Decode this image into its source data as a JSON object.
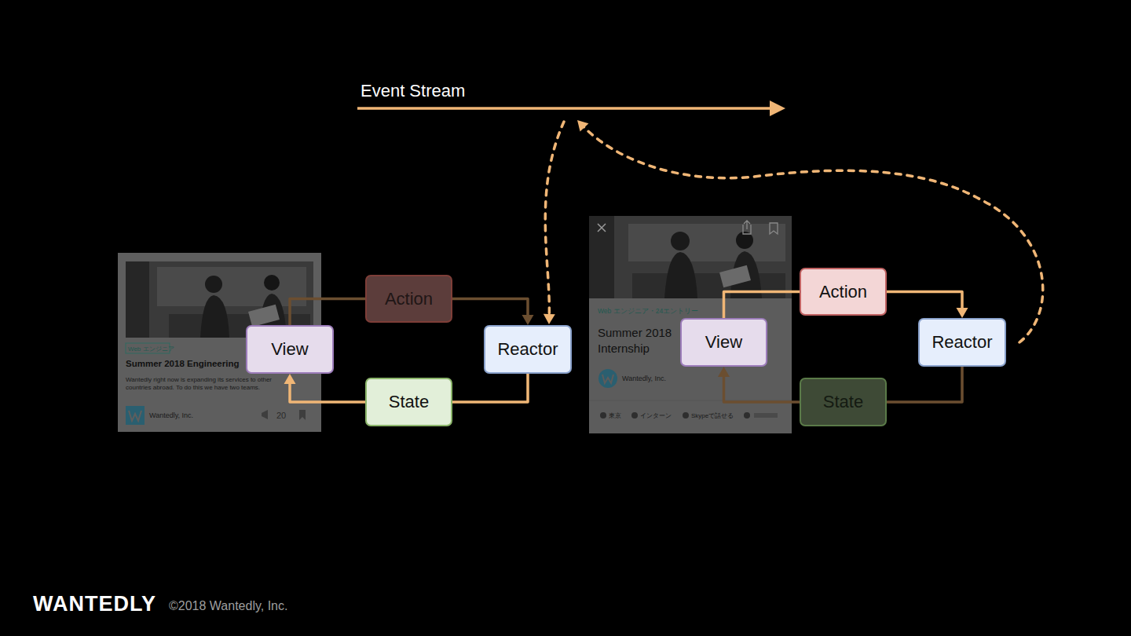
{
  "diagram": {
    "nodes": [
      {
        "text": [
          "Event Stream"
        ]
      },
      {
        "text": [
          "View"
        ]
      },
      {
        "text": [
          "Action"
        ]
      },
      {
        "text": [
          "Reactor"
        ]
      },
      {
        "text": [
          "State"
        ]
      },
      {
        "text": [
          "View"
        ]
      },
      {
        "text": [
          "Action"
        ]
      },
      {
        "text": [
          "Reactor"
        ]
      },
      {
        "text": [
          "State"
        ]
      }
    ],
    "edges": [
      {
        "from": 1,
        "to": 2,
        "arrow": "none"
      },
      {
        "from": 2,
        "to": 3,
        "arrow": "to"
      },
      {
        "from": 3,
        "to": 4,
        "arrow": "none"
      },
      {
        "from": 4,
        "to": 1,
        "arrow": "to"
      },
      {
        "from": 5,
        "to": 6,
        "arrow": "none"
      },
      {
        "from": 6,
        "to": 7,
        "arrow": "to"
      },
      {
        "from": 7,
        "to": 8,
        "arrow": "none"
      },
      {
        "from": 8,
        "to": 5,
        "arrow": "to"
      },
      {
        "from": 0,
        "to": 3,
        "arrow": "to"
      },
      {
        "from": 7,
        "to": 0,
        "arrow": "to"
      }
    ],
    "labels": [
      "Web エンジニア",
      "Summer 2018 Engineering",
      "Wantedly right now is expanding its services to other countries abroad. To do this we have two teams.",
      "Wantedly, Inc.",
      "20",
      "Web エンジニア・24エントリー",
      "Summer 2018 Internship",
      "Wantedly, Inc.",
      "東京",
      "インターン",
      "Skypeで話せる",
      "WANTEDLY",
      "©2018 Wantedly, Inc."
    ]
  }
}
